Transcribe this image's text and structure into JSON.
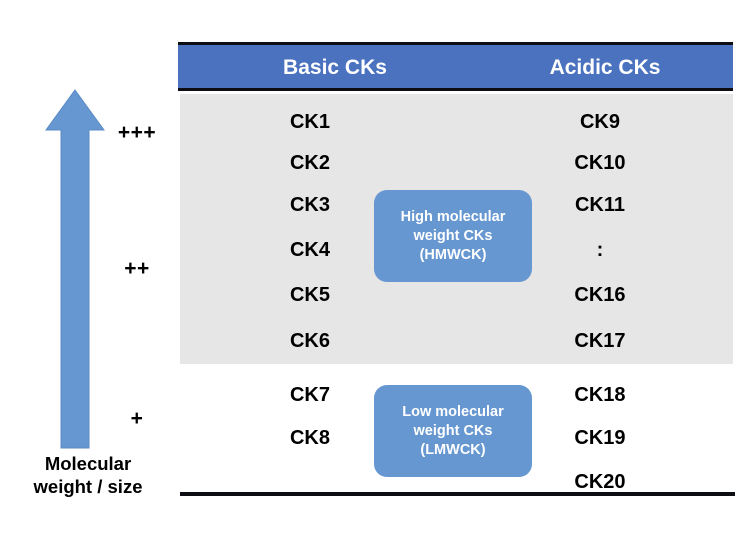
{
  "axis": {
    "arrow_name": "upward-arrow",
    "arrow_color": "#6697d0",
    "caption_line1": "Molecular",
    "caption_line2": "weight / size",
    "grades": [
      {
        "label": "+++",
        "level": "high"
      },
      {
        "label": "++",
        "level": "medium"
      },
      {
        "label": "+",
        "level": "low"
      }
    ]
  },
  "header": {
    "background": "#4a72bf",
    "text_color": "#ffffff",
    "basic_label": "Basic CKs",
    "acidic_label": "Acidic CKs"
  },
  "bands": {
    "high_molecular_band_color": "#e6e6e6",
    "low_molecular_band_color": "#ffffff"
  },
  "columns": {
    "basic": {
      "title": "Basic CKs",
      "high_molecular_items": [
        "CK1",
        "CK2",
        "CK3",
        "CK4",
        "CK5",
        "CK6"
      ],
      "low_molecular_items": [
        "CK7",
        "CK8"
      ]
    },
    "acidic": {
      "title": "Acidic CKs",
      "high_molecular_items": [
        "CK9",
        "CK10",
        "CK11",
        ":",
        "CK16",
        "CK17"
      ],
      "low_molecular_items": [
        "CK18",
        "CK19",
        "CK20"
      ]
    }
  },
  "badges": {
    "high": {
      "color": "#6697d0",
      "line1": "High molecular",
      "line2": "weight CKs",
      "line3": "(HMWCK)"
    },
    "low": {
      "color": "#6697d0",
      "line1": "Low molecular",
      "line2": "weight CKs",
      "line3": "(LMWCK)"
    }
  }
}
